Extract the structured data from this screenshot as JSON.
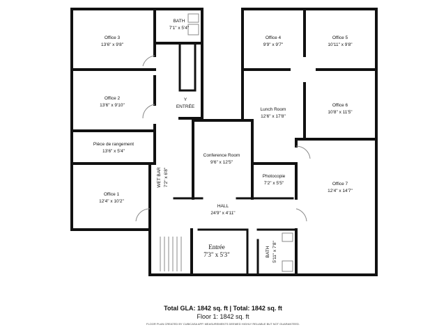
{
  "rooms": [
    {
      "name": "Office 3",
      "dims": "13'6\" x 9'8\""
    },
    {
      "name": "BATH",
      "dims": "7'1\" x 5'4\""
    },
    {
      "name": "Office 2",
      "dims": "13'6\" x 9'10\""
    },
    {
      "name": "Y",
      "dims": "ENTRÉE"
    },
    {
      "name": "Pièce de rangement",
      "dims": "13'6\" x 5'4\""
    },
    {
      "name": "Office 1",
      "dims": "12'4\" x 10'2\""
    },
    {
      "name": "WET BAR",
      "dims": "7'2\" x 6'8\""
    },
    {
      "name": "Conference Room",
      "dims": "9'6\" x 12'5\""
    },
    {
      "name": "Office 4",
      "dims": "9'9\" x 9'7\""
    },
    {
      "name": "Office 5",
      "dims": "10'11\" x 9'8\""
    },
    {
      "name": "Lunch Room",
      "dims": "12'6\" x 17'8\""
    },
    {
      "name": "Office 6",
      "dims": "10'8\" x 11'5\""
    },
    {
      "name": "Photocopie",
      "dims": "7'2\" x 5'5\""
    },
    {
      "name": "Office 7",
      "dims": "12'4\" x 14'7\""
    },
    {
      "name": "HALL",
      "dims": "24'9\" x 4'11\""
    },
    {
      "name": "Entrée",
      "dims": "7'3\" x 5'3\""
    },
    {
      "name": "BATH",
      "dims": "5'11\" x 7'8\""
    }
  ],
  "footer": {
    "totals": "Total GLA: 1842 sq. ft | Total: 1842 sq. ft",
    "floor": "Floor 1: 1842 sq. ft",
    "disclaimer": "FLOOR PLAN CREATED BY CUBICASA APP. MEASUREMENTS DEEMED HIGHLY RELIABLE BUT NOT GUARANTEED."
  }
}
